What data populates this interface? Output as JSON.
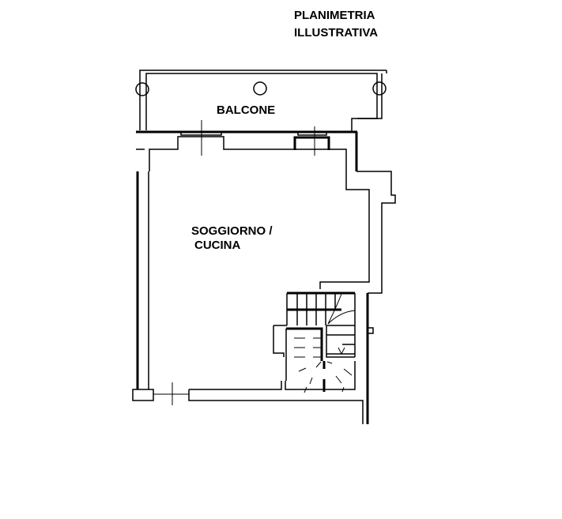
{
  "title": {
    "line1": "PLANIMETRIA",
    "line2": "ILLUSTRATIVA"
  },
  "rooms": {
    "balcony": "BALCONE",
    "living_line1": "SOGGIORNO /",
    "living_line2": "CUCINA"
  }
}
